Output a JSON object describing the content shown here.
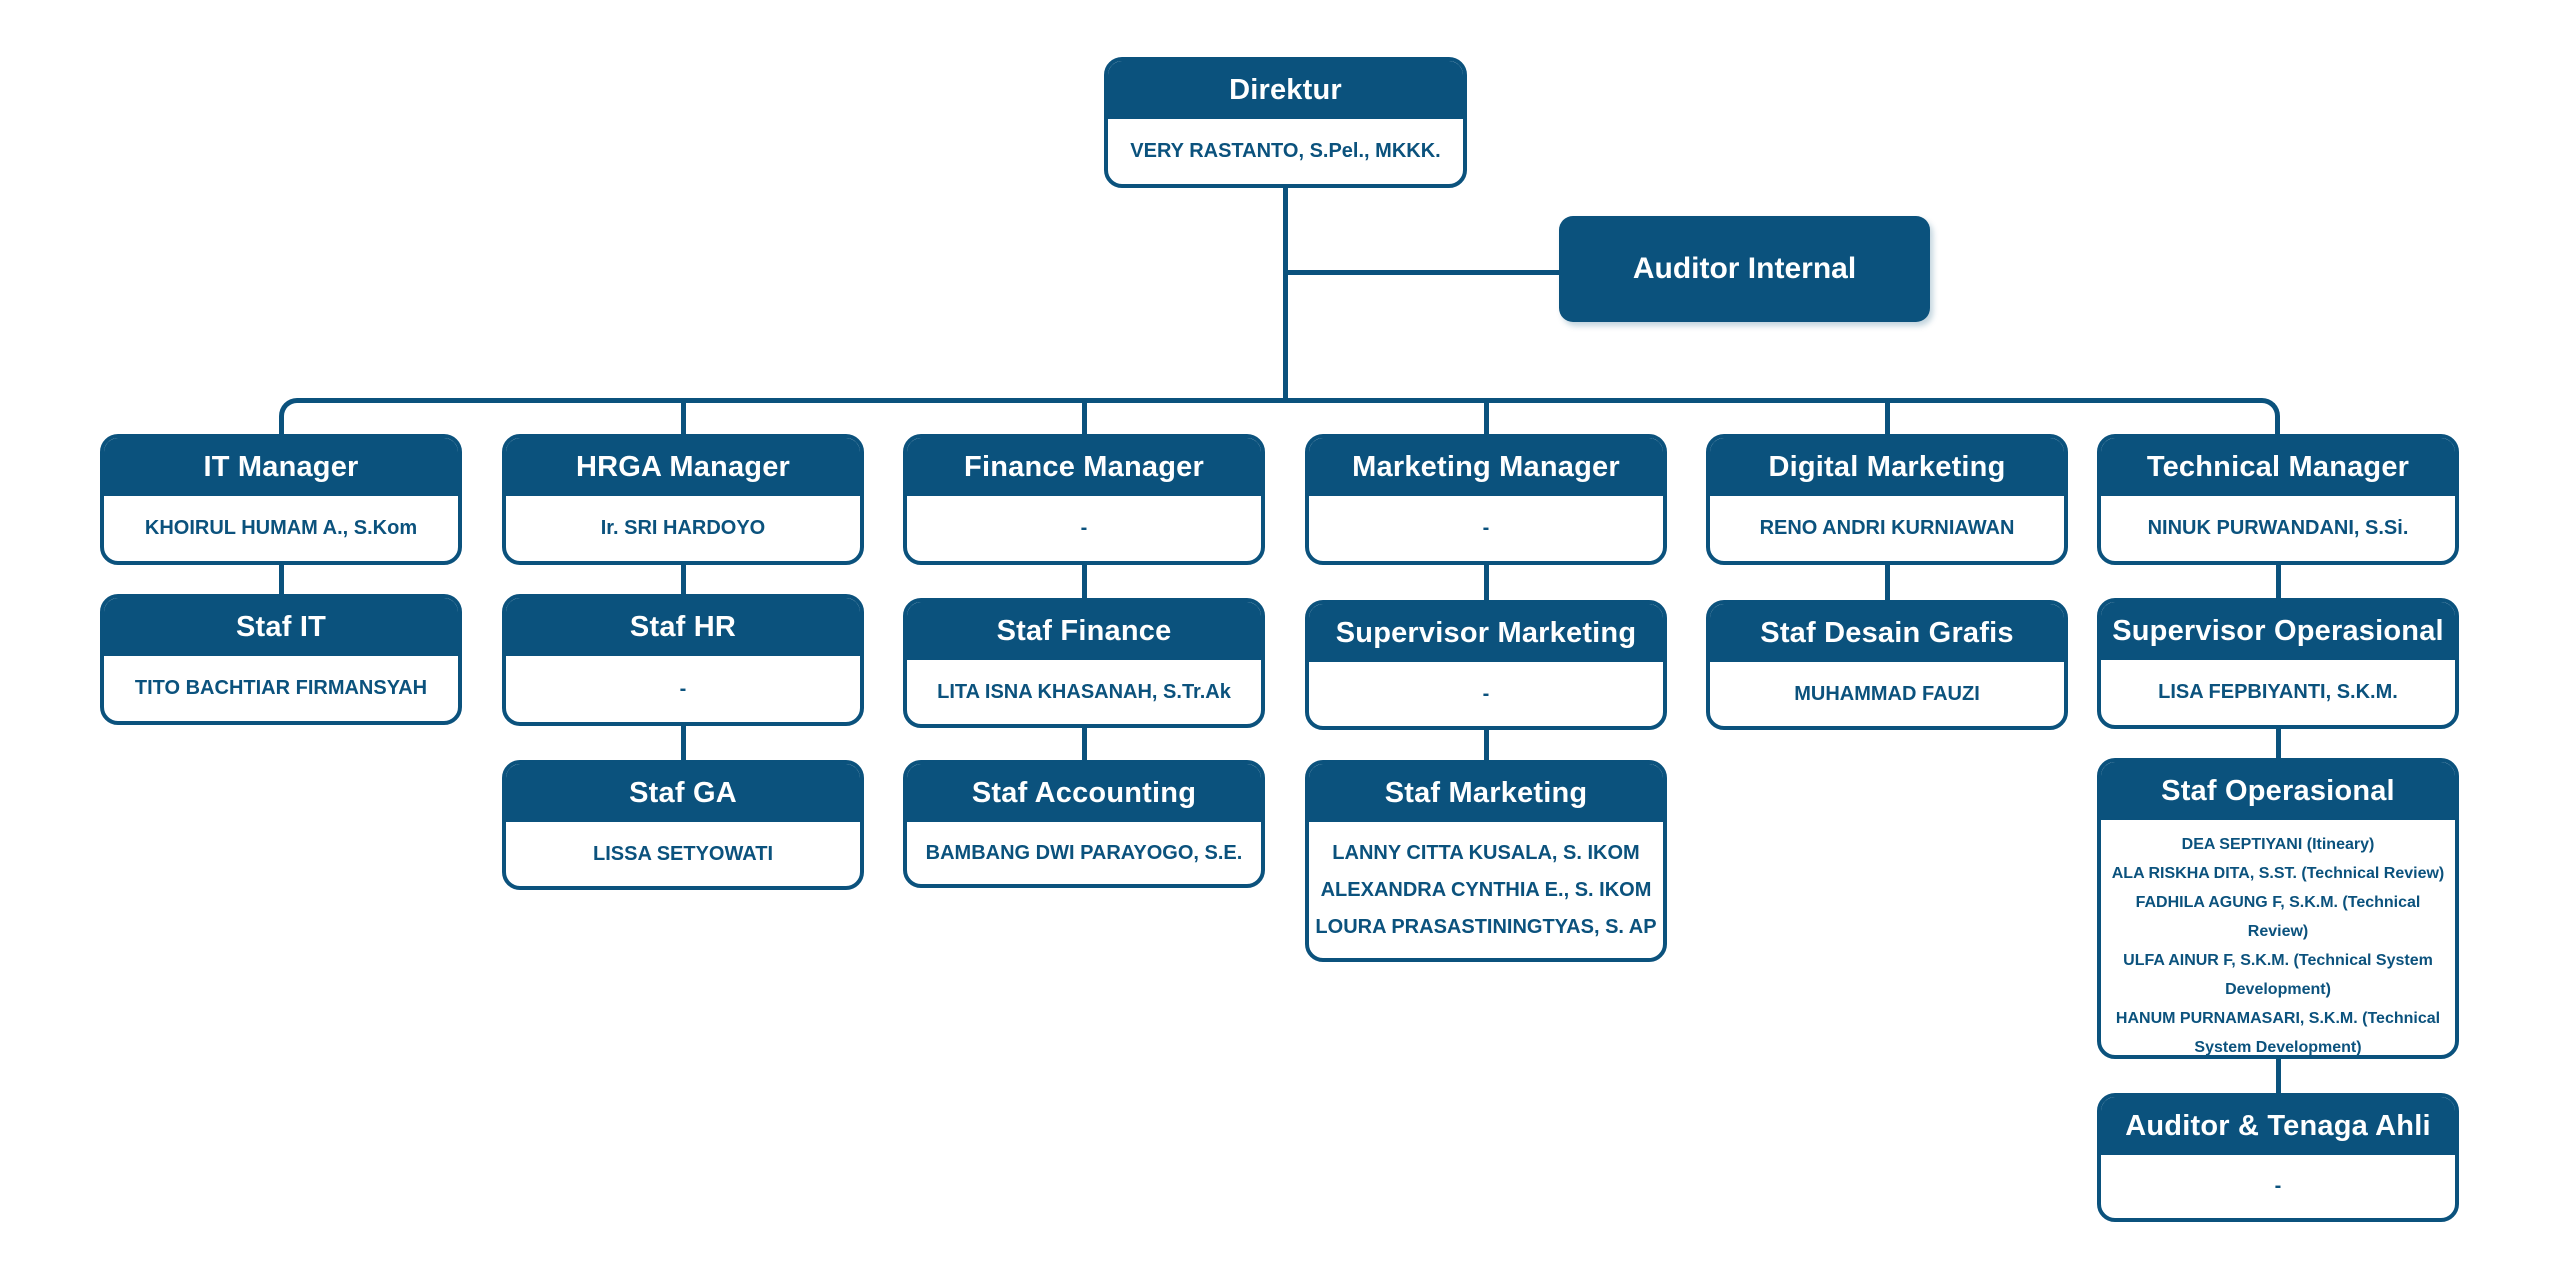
{
  "colors": {
    "primary": "#0b527d",
    "background": "#ffffff"
  },
  "director": {
    "title": "Direktur",
    "name": "VERY RASTANTO, S.Pel., MKKK."
  },
  "auditor_internal": {
    "title": "Auditor Internal"
  },
  "columns": [
    {
      "id": "it",
      "manager": {
        "title": "IT Manager",
        "names": [
          "KHOIRUL HUMAM A., S.Kom"
        ]
      },
      "children": [
        {
          "title": "Staf IT",
          "names": [
            "TITO BACHTIAR FIRMANSYAH"
          ]
        }
      ]
    },
    {
      "id": "hrga",
      "manager": {
        "title": "HRGA Manager",
        "names": [
          "Ir. SRI HARDOYO"
        ]
      },
      "children": [
        {
          "title": "Staf HR",
          "names": [
            "-"
          ]
        },
        {
          "title": "Staf GA",
          "names": [
            "LISSA SETYOWATI"
          ]
        }
      ]
    },
    {
      "id": "finance",
      "manager": {
        "title": "Finance Manager",
        "names": [
          "-"
        ]
      },
      "children": [
        {
          "title": "Staf Finance",
          "names": [
            "LITA ISNA KHASANAH, S.Tr.Ak"
          ]
        },
        {
          "title": "Staf Accounting",
          "names": [
            "BAMBANG DWI PARAYOGO, S.E."
          ]
        }
      ]
    },
    {
      "id": "marketing",
      "manager": {
        "title": "Marketing Manager",
        "names": [
          "-"
        ]
      },
      "children": [
        {
          "title": "Supervisor Marketing",
          "names": [
            "-"
          ]
        },
        {
          "title": "Staf Marketing",
          "names": [
            "LANNY CITTA KUSALA, S. IKOM",
            "ALEXANDRA CYNTHIA E., S. IKOM",
            "LOURA PRASASTININGTYAS, S. AP"
          ]
        }
      ]
    },
    {
      "id": "digital",
      "manager": {
        "title": "Digital Marketing",
        "names": [
          "RENO ANDRI KURNIAWAN"
        ]
      },
      "children": [
        {
          "title": "Staf Desain Grafis",
          "names": [
            "MUHAMMAD FAUZI"
          ]
        }
      ]
    },
    {
      "id": "technical",
      "manager": {
        "title": "Technical Manager",
        "names": [
          "NINUK PURWANDANI, S.Si."
        ]
      },
      "children": [
        {
          "title": "Supervisor Operasional",
          "names": [
            "LISA FEPBIYANTI, S.K.M."
          ]
        },
        {
          "title": "Staf Operasional",
          "small": true,
          "names": [
            "DEA SEPTIYANI (Itineary)",
            "ALA RISKHA DITA, S.ST. (Technical Review)",
            "FADHILA AGUNG F, S.K.M. (Technical Review)",
            "ULFA AINUR F, S.K.M. (Technical System Development)",
            "HANUM PURNAMASARI, S.K.M. (Technical System Development)"
          ]
        },
        {
          "title": "Auditor & Tenaga Ahli",
          "names": [
            "-"
          ]
        }
      ]
    }
  ]
}
